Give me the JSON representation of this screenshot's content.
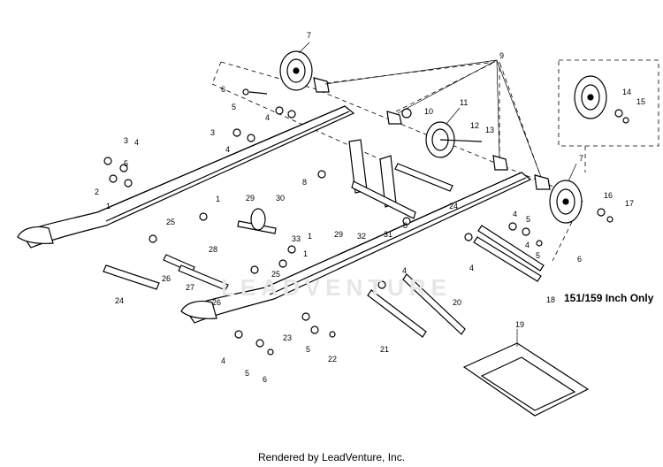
{
  "callouts": [
    "1",
    "2",
    "3",
    "4",
    "5",
    "6",
    "7",
    "8",
    "9",
    "10",
    "11",
    "12",
    "13",
    "14",
    "15",
    "16",
    "17",
    "18",
    "19",
    "20",
    "21",
    "22",
    "23",
    "24",
    "25",
    "26",
    "27",
    "28",
    "29",
    "30",
    "31",
    "32",
    "33"
  ],
  "watermark_text": "LEADVENTURE",
  "note": "151/159 Inch Only",
  "footer": "Rendered by LeadVenture, Inc."
}
